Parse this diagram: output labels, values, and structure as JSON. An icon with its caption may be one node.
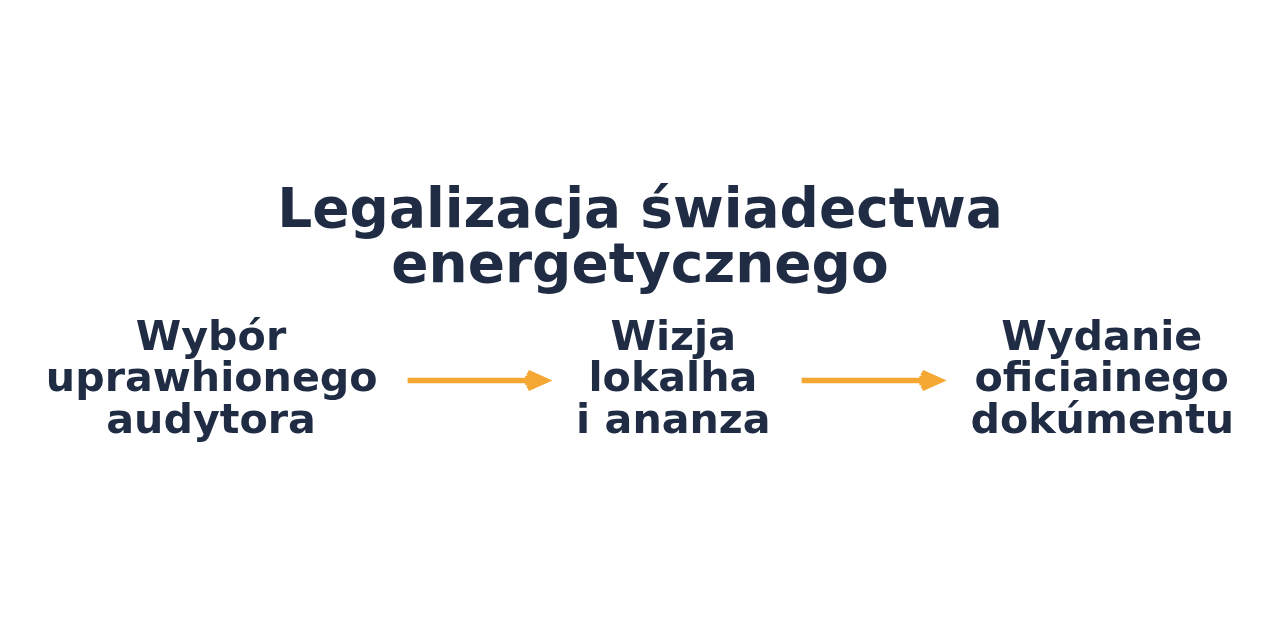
{
  "diagram": {
    "title": "Legalizacja świadectwa energetycznego",
    "nodes": [
      {
        "text": [
          "Wybór uprawhionego audytora"
        ]
      },
      {
        "text": [
          "Wizja lokalha i ananza"
        ]
      },
      {
        "text": [
          "Wydanie oficiainego dokúmentu"
        ]
      }
    ],
    "edges": [
      {
        "from": 0,
        "to": 1,
        "arrow": "to"
      },
      {
        "from": 1,
        "to": 2,
        "arrow": "to"
      }
    ]
  }
}
